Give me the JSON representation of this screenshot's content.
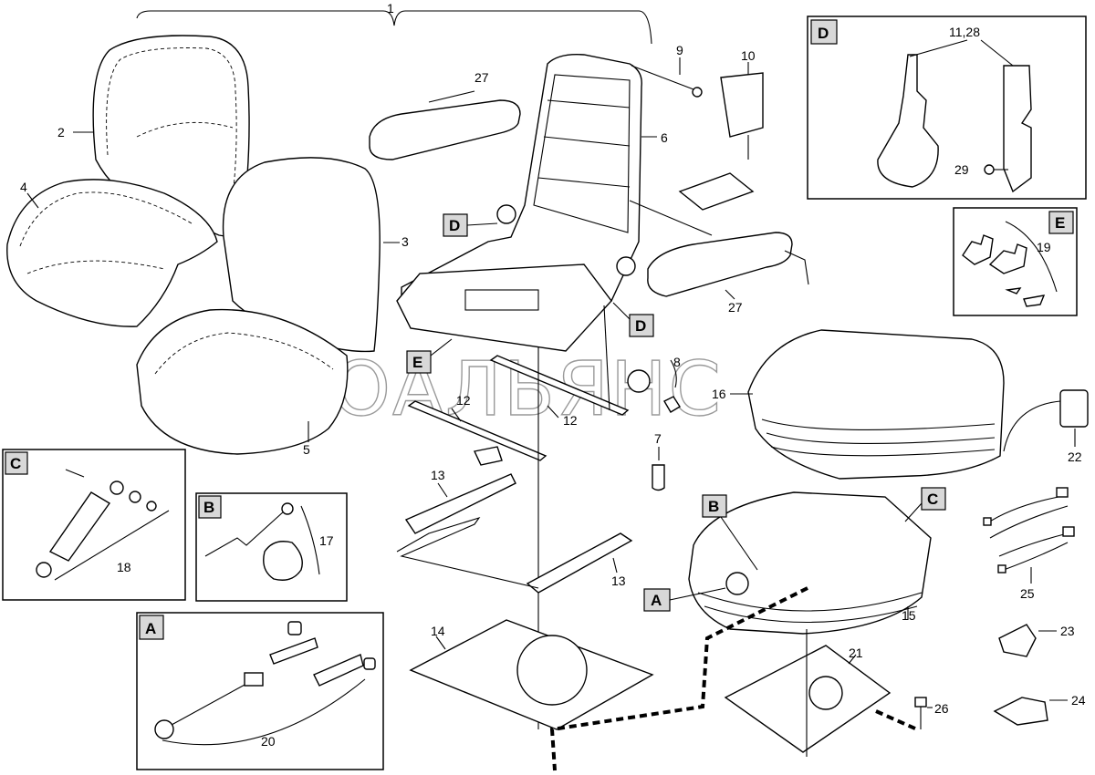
{
  "watermark": "АВТОАЛЬЯНС",
  "callouts": {
    "c1": "1",
    "c2": "2",
    "c3": "3",
    "c4": "4",
    "c5": "5",
    "c6": "6",
    "c7": "7",
    "c8": "8",
    "c9": "9",
    "c10": "10",
    "c11_28": "11,28",
    "c12a": "12",
    "c12b": "12",
    "c13a": "13",
    "c13b": "13",
    "c14": "14",
    "c15": "15",
    "c16": "16",
    "c17": "17",
    "c18": "18",
    "c19": "19",
    "c20": "20",
    "c21": "21",
    "c22": "22",
    "c23": "23",
    "c24": "24",
    "c25": "25",
    "c26": "26",
    "c27a": "27",
    "c27b": "27",
    "c29": "29"
  },
  "detail_boxes": {
    "A": "A",
    "B": "B",
    "C": "C",
    "D": "D",
    "E": "E"
  },
  "markers": {
    "D1": "D",
    "D2": "D",
    "E1": "E",
    "A1": "A",
    "B1": "B",
    "C1": "C"
  }
}
